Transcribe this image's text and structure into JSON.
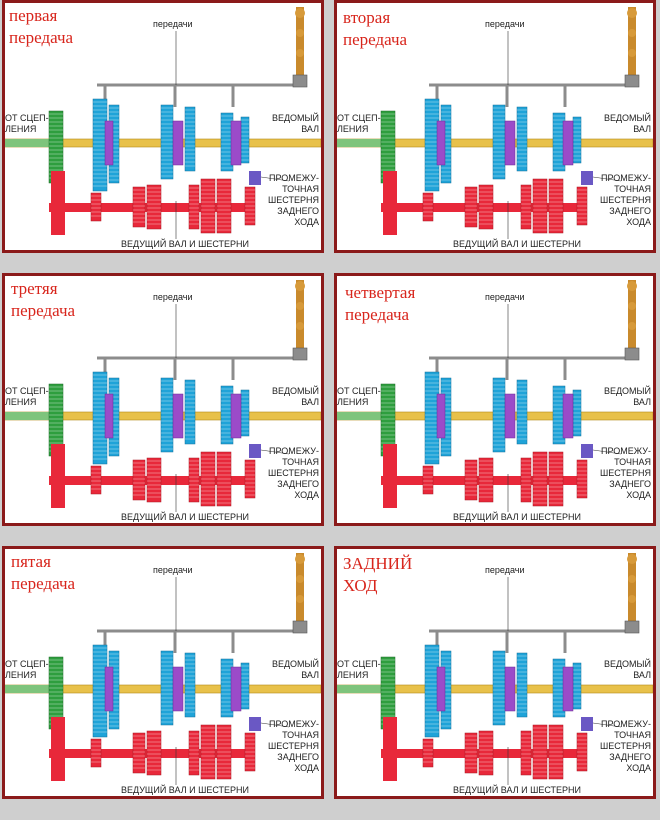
{
  "labels": {
    "shifts": "передачи",
    "from_clutch": "ОТ СЦЕП-\nЛЕНИЯ",
    "driven_shaft": "ВЕДОМЫЙ\nВАЛ",
    "idler": "ПРОМЕЖУ-\nТОЧНАЯ\nШЕСТЕРНЯ\nЗАДНЕГО\nХОДА",
    "drive_shaft": "ВЕДУЩИЙ ВАЛ И ШЕСТЕРНИ"
  },
  "panels": [
    {
      "title": "первая\nпередача"
    },
    {
      "title": "вторая\nпередача"
    },
    {
      "title": "третяя\nпередача"
    },
    {
      "title": "четвертая\nпередача"
    },
    {
      "title": "пятая\nпередача"
    },
    {
      "title": "ЗАДНИЙ\nХОД"
    }
  ],
  "colors": {
    "frame": "#8b1a1a",
    "title": "#d8251c",
    "driven_shaft": "#e8c14a",
    "drive_gear": "#e8283a",
    "sliding_gear": "#1fa3d8",
    "synchro": "#9b4bc9",
    "input_gear": "#2e9e3e",
    "shift_rod": "#8c8c8c",
    "lever": "#c98a2c"
  }
}
